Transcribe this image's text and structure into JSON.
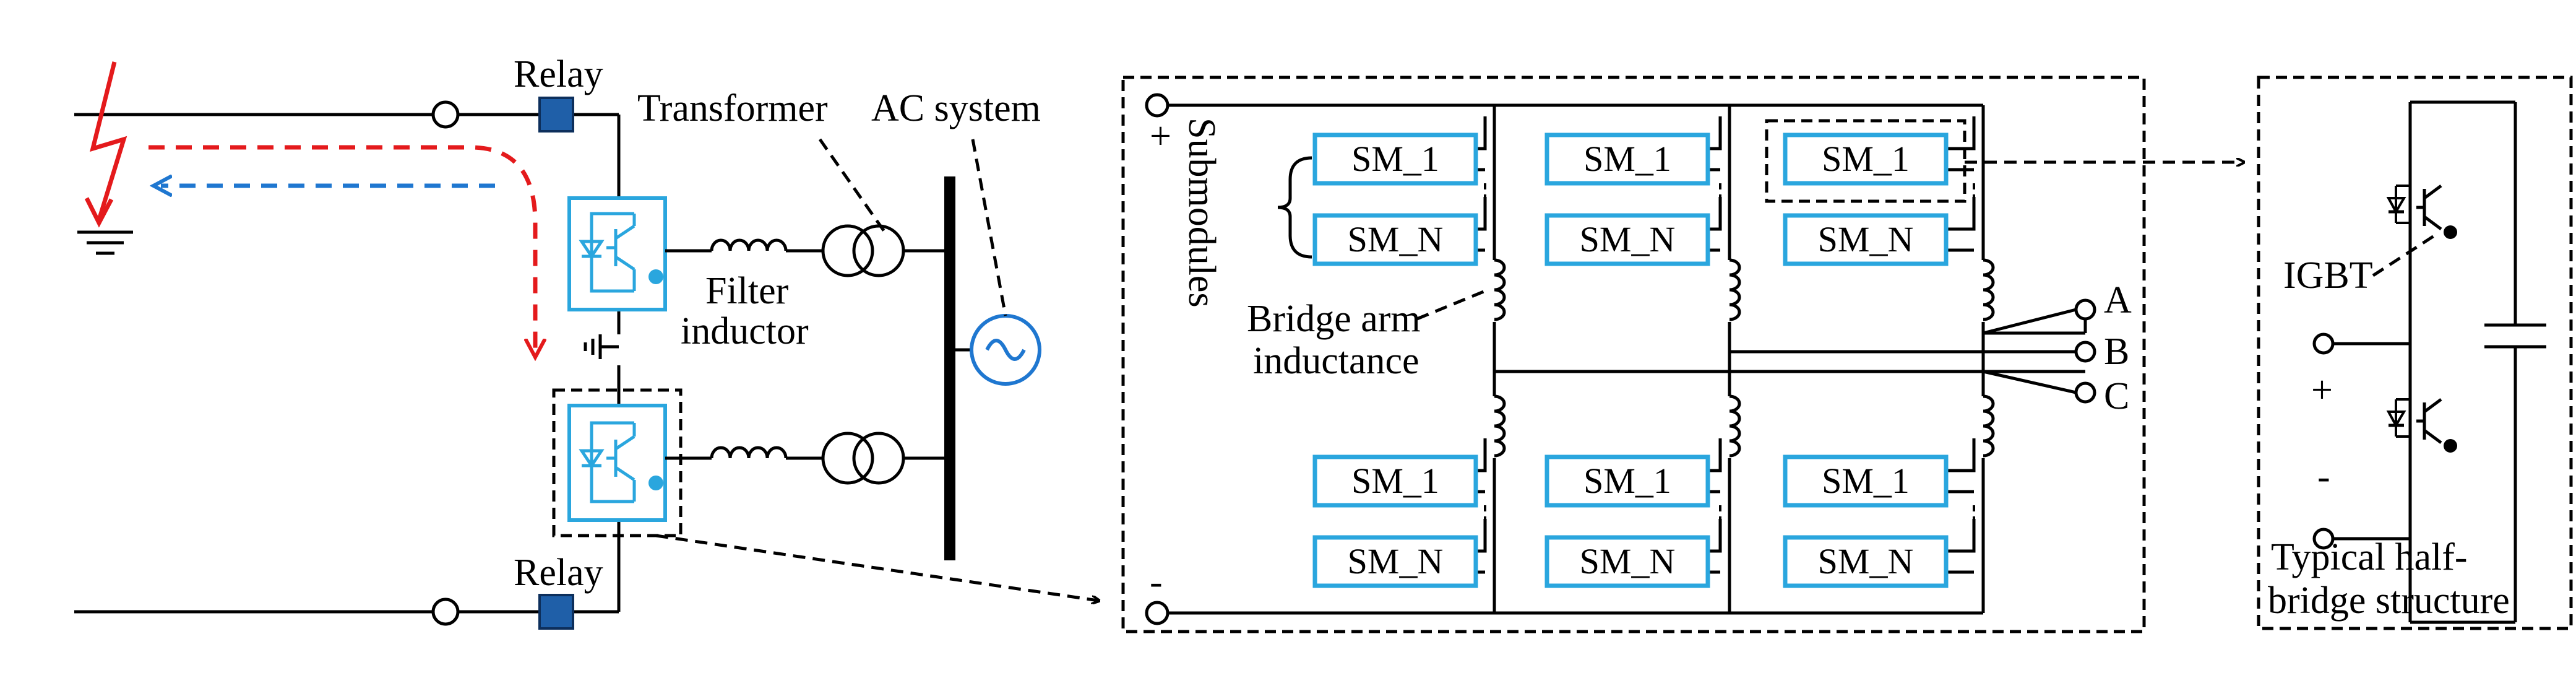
{
  "labels": {
    "relay_top": "Relay",
    "relay_bottom": "Relay",
    "transformer": "Transformer",
    "ac_system": "AC system",
    "filter_line1": "Filter",
    "filter_line2": "inductor",
    "submodules": "Submodules",
    "bridge_line1": "Bridge arm",
    "bridge_line2": "inductance",
    "phase_a": "A",
    "phase_b": "B",
    "phase_c": "C",
    "plus_mmc": "+",
    "minus_mmc": "-",
    "igbt": "IGBT",
    "plus_hb": "+",
    "minus_hb": "-",
    "hb_line1": "Typical half-",
    "hb_line2": "bridge structure"
  },
  "submodules": [
    "SM_1",
    "SM_N",
    "SM_1",
    "SM_N",
    "SM_1",
    "SM_N",
    "SM_1",
    "SM_N",
    "SM_1",
    "SM_N",
    "SM_1",
    "SM_N"
  ],
  "colors": {
    "converter_blue": "#2aa6de",
    "relay_blue": "#1f5fa8",
    "fault_red": "#e41a1c",
    "return_blue": "#1f77d0"
  }
}
